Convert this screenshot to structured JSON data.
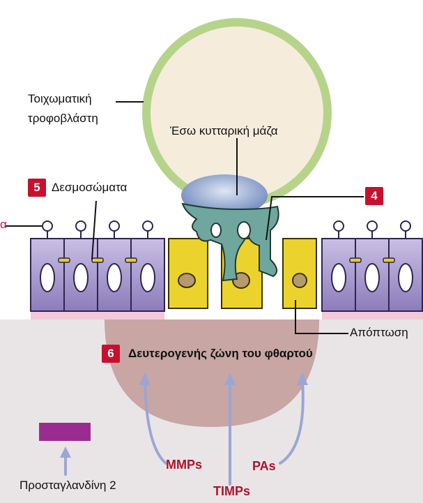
{
  "labels": {
    "mural_trophoblast": [
      "Τοιχωματική",
      "τροφοβλάστη"
    ],
    "inner_cell_mass": "Έσω κυτταρική μάζα",
    "desmosomes": "Δεσμοσώματα",
    "apoptosis": "Απόπτωση",
    "decidual_zone": "Δευτερογενής ζώνη του φθαρτού",
    "prostaglandin": "Προσταγλανδίνη 2",
    "mmps": "MMPs",
    "timps": "TIMPs",
    "pas": "PAs",
    "left_edge_fragment": "α"
  },
  "badges": {
    "five": "5",
    "four": "4",
    "six": "6"
  },
  "colors": {
    "shell_green": "#b5d48a",
    "inner_cream": "#f6ecdc",
    "icm_blue": "#7a93c4",
    "epithelium_purple": "#9d8fc4",
    "yellow_cell": "#ecd22c",
    "teal_trophoblast": "#6fa69e",
    "stroma_gray": "#e8e4e6",
    "decidua_mauve": "#c7a7a6",
    "arrow_blue": "#9aa6d4",
    "badge_red": "#c8102e",
    "label_red": "#b0122b",
    "prostaglandin_purple": "#9b2c8f"
  }
}
